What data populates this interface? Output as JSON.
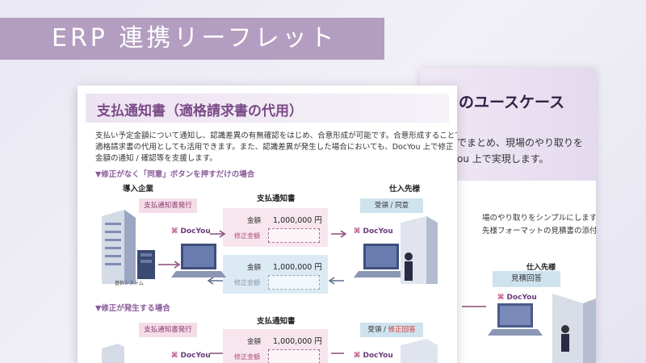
{
  "header": {
    "title": "ERP 連携リーフレット"
  },
  "back_sheet": {
    "title": "のユースケース",
    "lines": [
      "でまとめ、現場のやり取りを",
      "ou 上で実現します。"
    ],
    "inner_lines": [
      "場のやり取りをシンプルにします。",
      "先様フォーマットの見積書の添付も"
    ],
    "column_label": "仕入先様",
    "badge": "見積回答",
    "logo": "DocYou"
  },
  "front_sheet": {
    "title": "支払通知書（適格請求書の代用）",
    "paragraph": [
      "支払い予定金額について通知し、認識差異の有無確認をはじめ、合意形成が可能です。合意形成することで、",
      "適格請求書の代用としても活用できます。また、認識差異が発生した場合においても、DocYou 上で修正",
      "金額の通知 / 確認等を支援します。"
    ],
    "case1": {
      "heading": "▼修正がなく「同意」ボタンを押すだけの場合",
      "left_col": "導入企業",
      "mid_col": "支払通知書",
      "right_col": "仕入先様",
      "left_badge": "支払通知書発行",
      "right_badge": "受領 / 同意",
      "card1": {
        "label": "金額",
        "amount": "1,000,000 円",
        "fix_label": "修正金額"
      },
      "card2": {
        "label": "金額",
        "amount": "1,000,000 円",
        "fix_label": "修正金額"
      },
      "system_label": "基幹システム",
      "logo": "DocYou"
    },
    "case2": {
      "heading": "▼修正が発生する場合",
      "mid_col": "支払通知書",
      "left_badge": "支払通知書発行",
      "right_badge_a": "受領 / ",
      "right_badge_b": "修正回答",
      "card1": {
        "label": "金額",
        "amount": "1,000,000 円",
        "fix_label": "修正金額"
      },
      "logo": "DocYou"
    }
  },
  "colors": {
    "title_bar": "#b39dc0",
    "accent_purple": "#7a4a87",
    "pink_card": "#f7e6ee",
    "blue_card": "#dceaf3",
    "red_text": "#d8342c"
  }
}
